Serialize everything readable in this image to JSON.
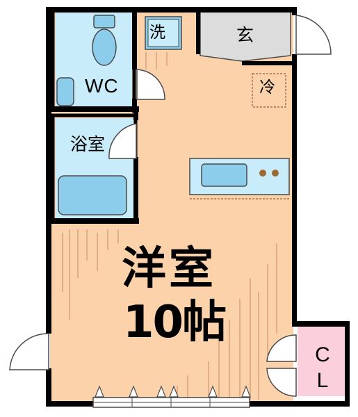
{
  "rooms": {
    "toilet": "WC",
    "washer": "洗",
    "entrance": "玄",
    "fridge": "冷",
    "bathroom": "浴室",
    "main_line1": "洋室",
    "main_line2": "10帖",
    "closet_line1": "C",
    "closet_line2": "L"
  },
  "colors": {
    "floor": "#fbd2aa",
    "wet_area": "#c9ecfb",
    "fixture": "#8ccdeb",
    "entrance": "#dcdcdc",
    "closet": "#fbcfdc",
    "wall": "#000000",
    "floor_lines": "#c88a60"
  }
}
